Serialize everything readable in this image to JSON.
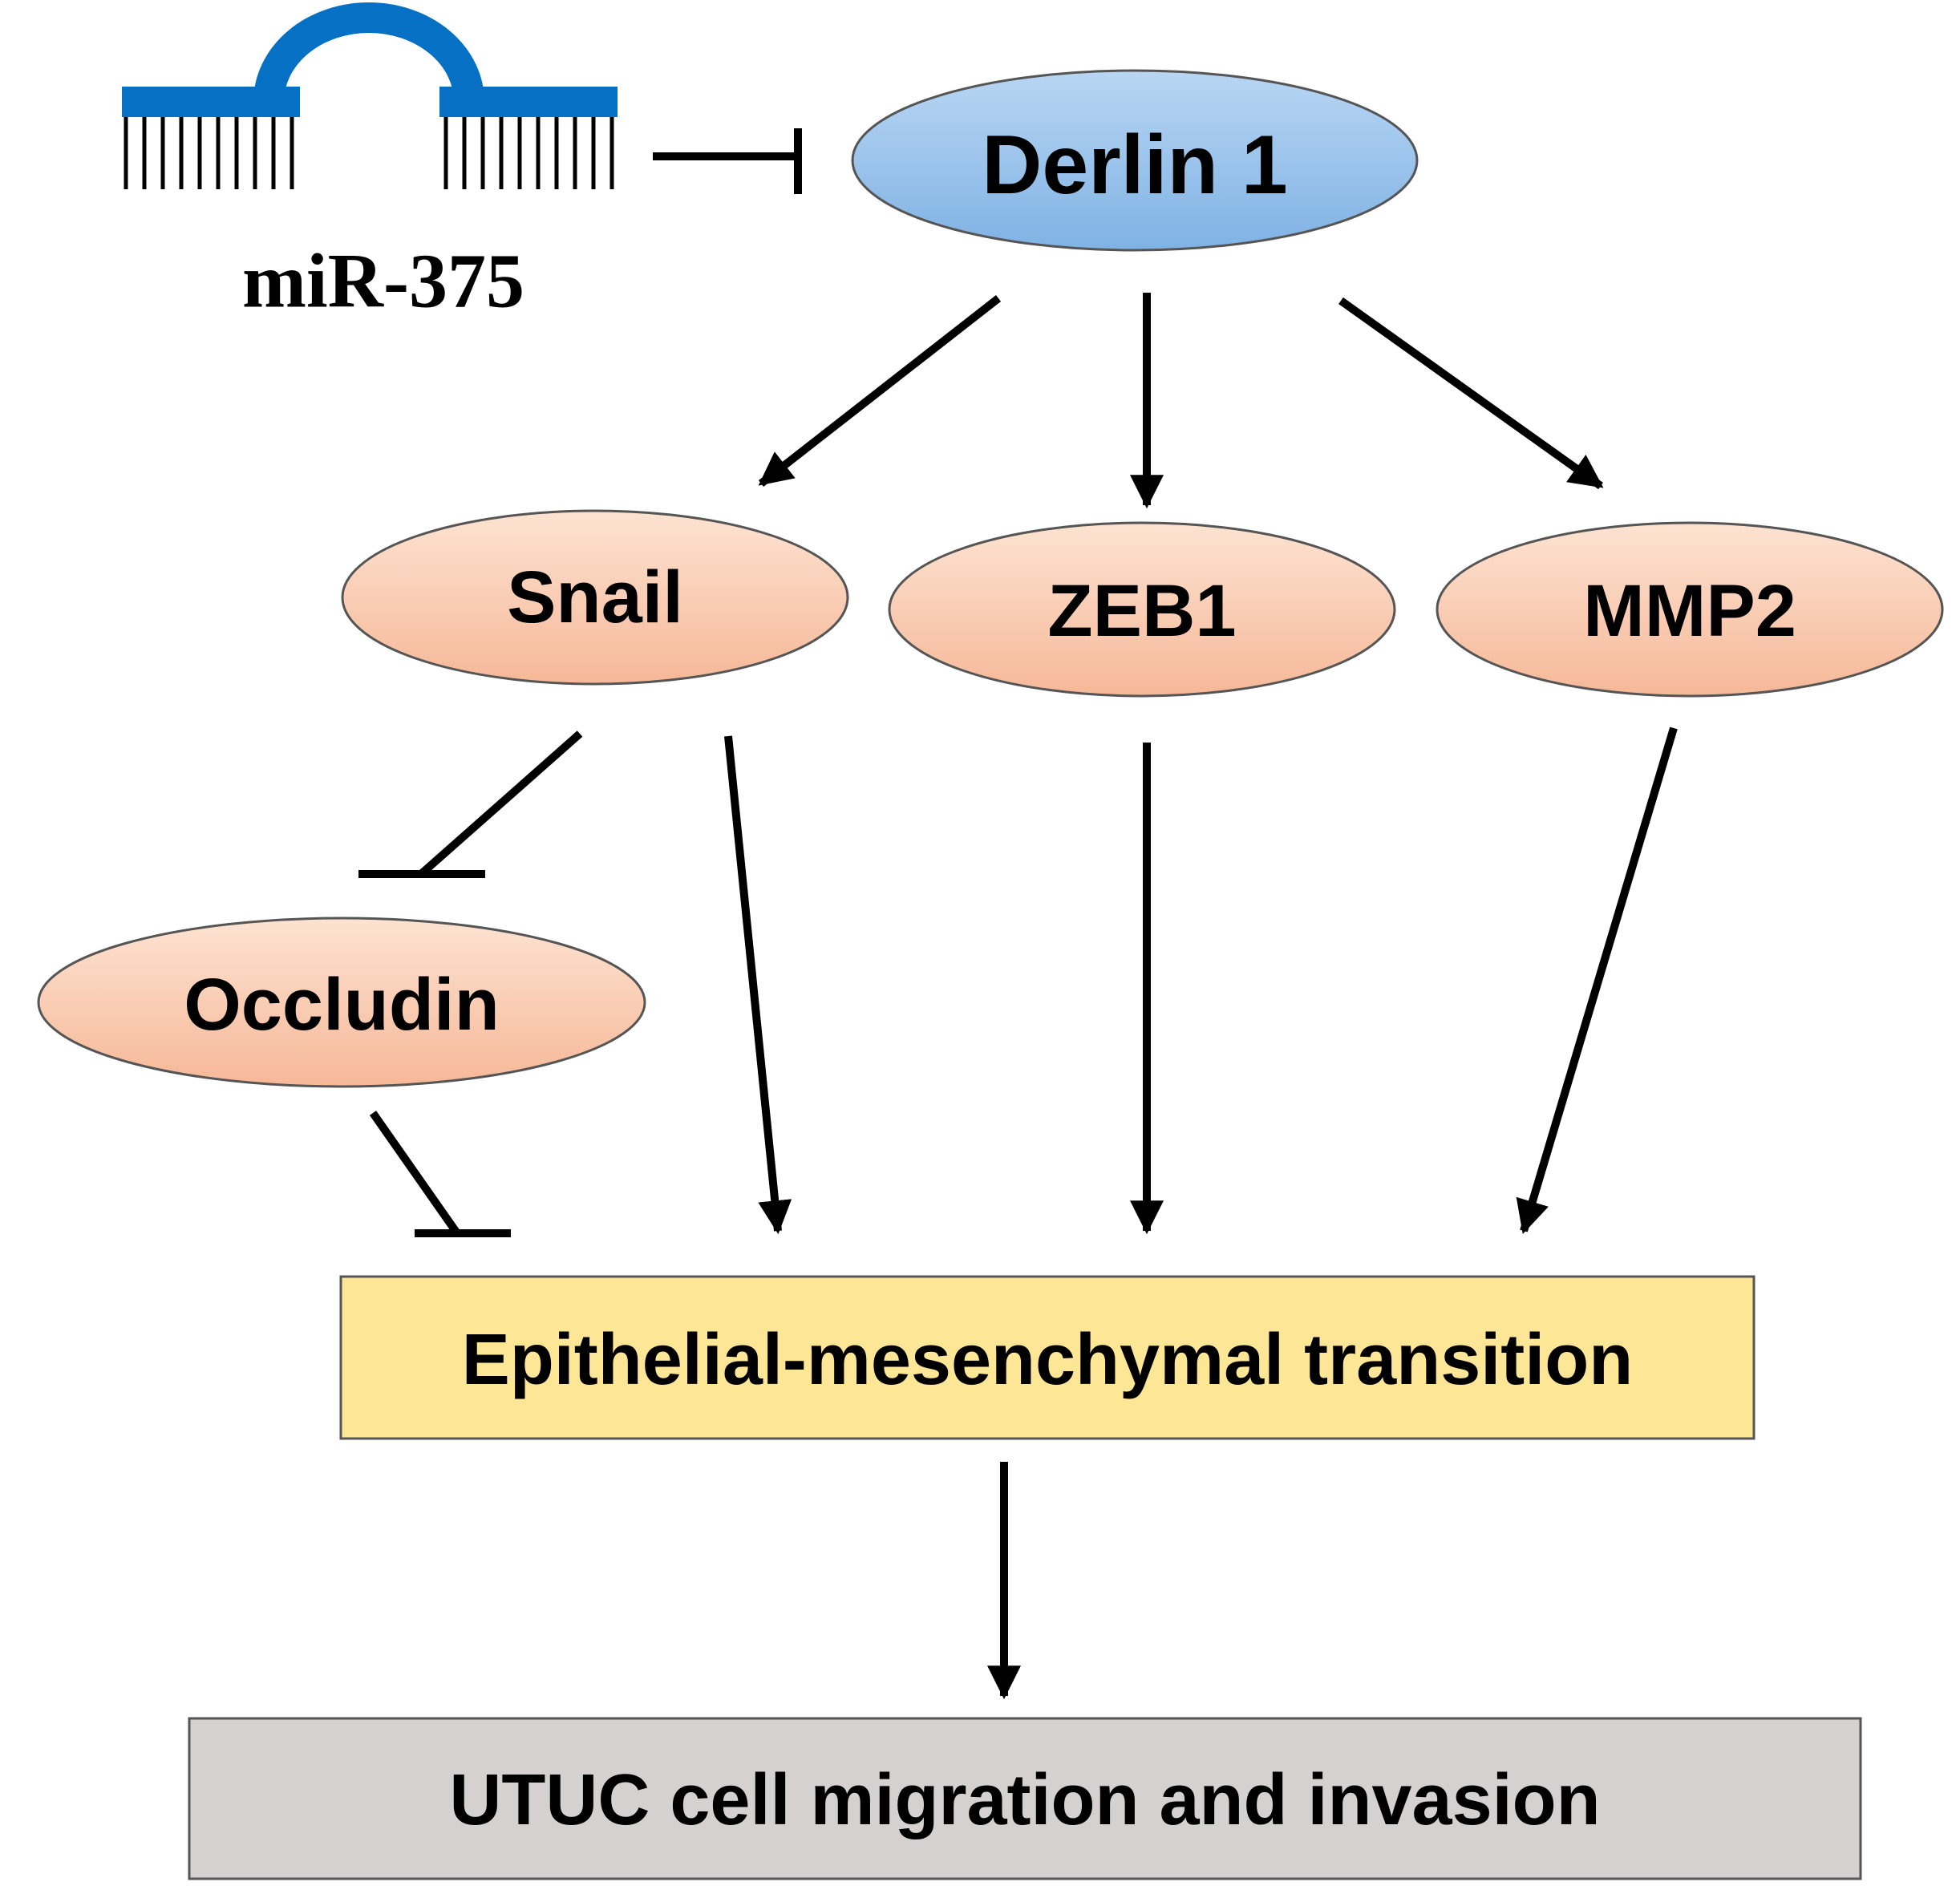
{
  "colors": {
    "derlin_fill_top": "#b9d6f3",
    "derlin_fill_bottom": "#7fb2e4",
    "orange_fill_top": "#fde3d2",
    "orange_fill_bottom": "#f6b898",
    "emt_fill": "#fde797",
    "utuc_fill": "#d5d1d1",
    "mirna_blue": "#0670c4",
    "line": "#000000"
  },
  "nodes": {
    "mirna": {
      "label": "miR-375",
      "icon": "mirna-hairpin-icon"
    },
    "derlin": {
      "label": "Derlin 1"
    },
    "snail": {
      "label": "Snail"
    },
    "zeb1": {
      "label": "ZEB1"
    },
    "mmp2": {
      "label": "MMP2"
    },
    "occludin": {
      "label": "Occludin"
    },
    "emt": {
      "label": "Epithelial-mesenchymal transition"
    },
    "utuc": {
      "label": "UTUC cell migration and invasion"
    }
  },
  "edges": [
    {
      "from": "mirna",
      "to": "derlin",
      "type": "inhibit"
    },
    {
      "from": "derlin",
      "to": "snail",
      "type": "activate"
    },
    {
      "from": "derlin",
      "to": "zeb1",
      "type": "activate"
    },
    {
      "from": "derlin",
      "to": "mmp2",
      "type": "activate"
    },
    {
      "from": "snail",
      "to": "occludin",
      "type": "inhibit"
    },
    {
      "from": "occludin",
      "to": "emt",
      "type": "inhibit"
    },
    {
      "from": "snail",
      "to": "emt",
      "type": "activate"
    },
    {
      "from": "zeb1",
      "to": "emt",
      "type": "activate"
    },
    {
      "from": "mmp2",
      "to": "emt",
      "type": "activate"
    },
    {
      "from": "emt",
      "to": "utuc",
      "type": "activate"
    }
  ]
}
